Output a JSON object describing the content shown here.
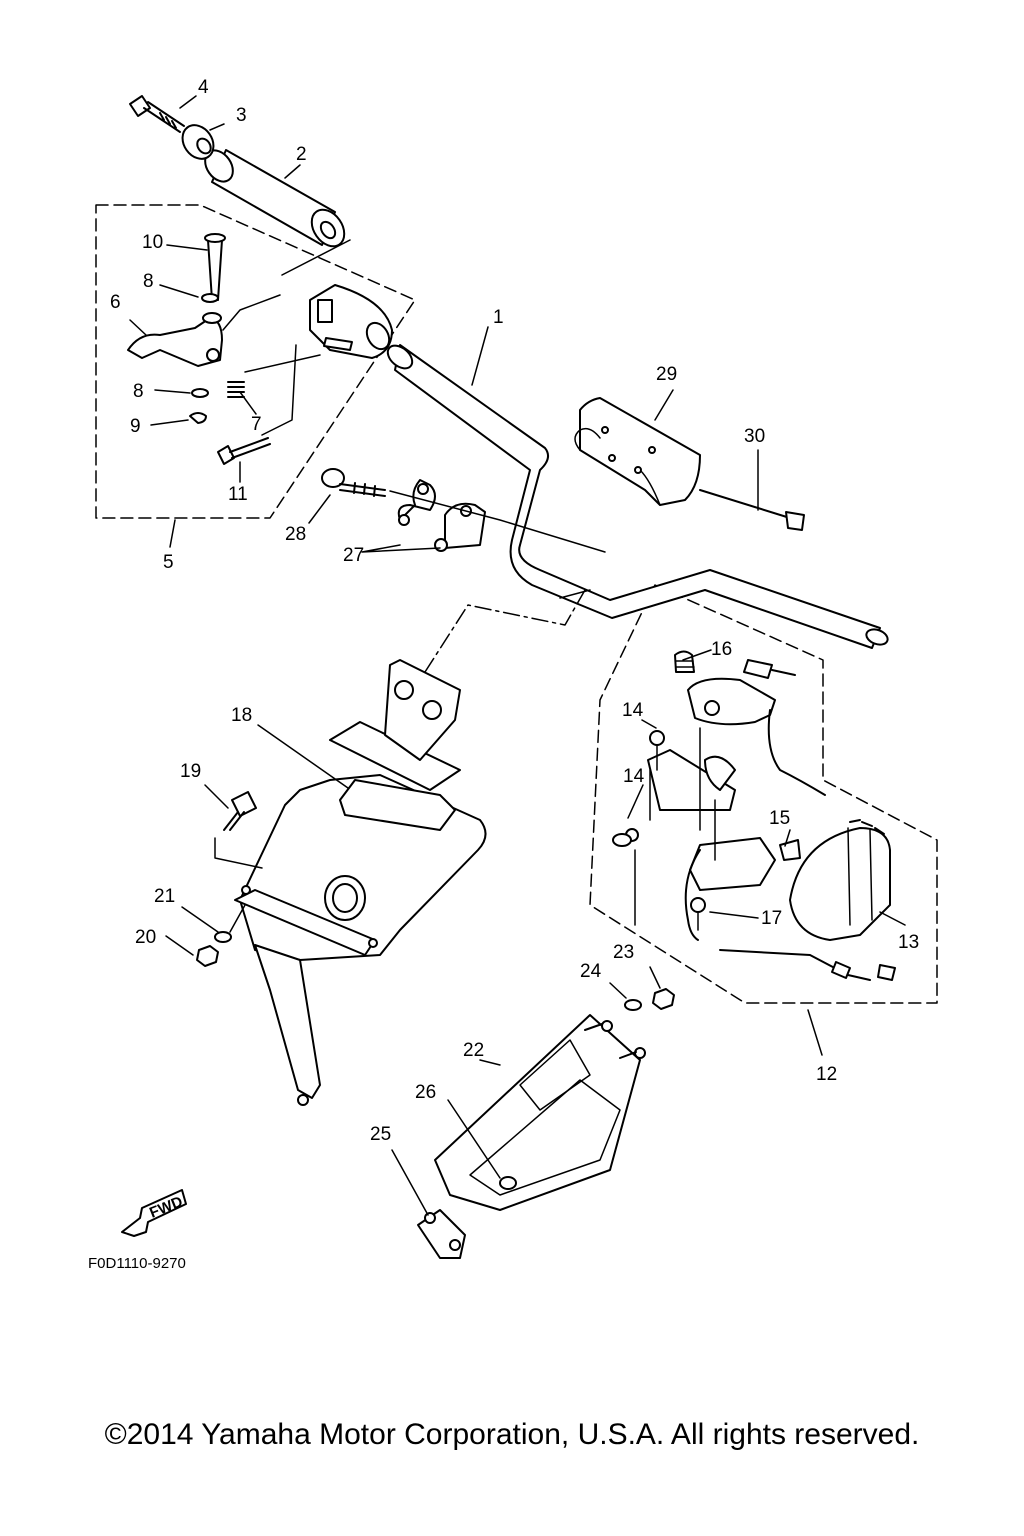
{
  "diagram": {
    "callouts": [
      "1",
      "2",
      "3",
      "4",
      "5",
      "6",
      "7",
      "8",
      "8",
      "9",
      "10",
      "11",
      "12",
      "13",
      "14",
      "14",
      "15",
      "16",
      "17",
      "18",
      "19",
      "20",
      "21",
      "22",
      "23",
      "24",
      "25",
      "26",
      "27",
      "28",
      "29",
      "30"
    ],
    "fwd_label": "FWD",
    "figure_code": "F0D1110-9270"
  },
  "footer": {
    "copyright": "©2014 Yamaha Motor Corporation, U.S.A. All rights reserved."
  }
}
